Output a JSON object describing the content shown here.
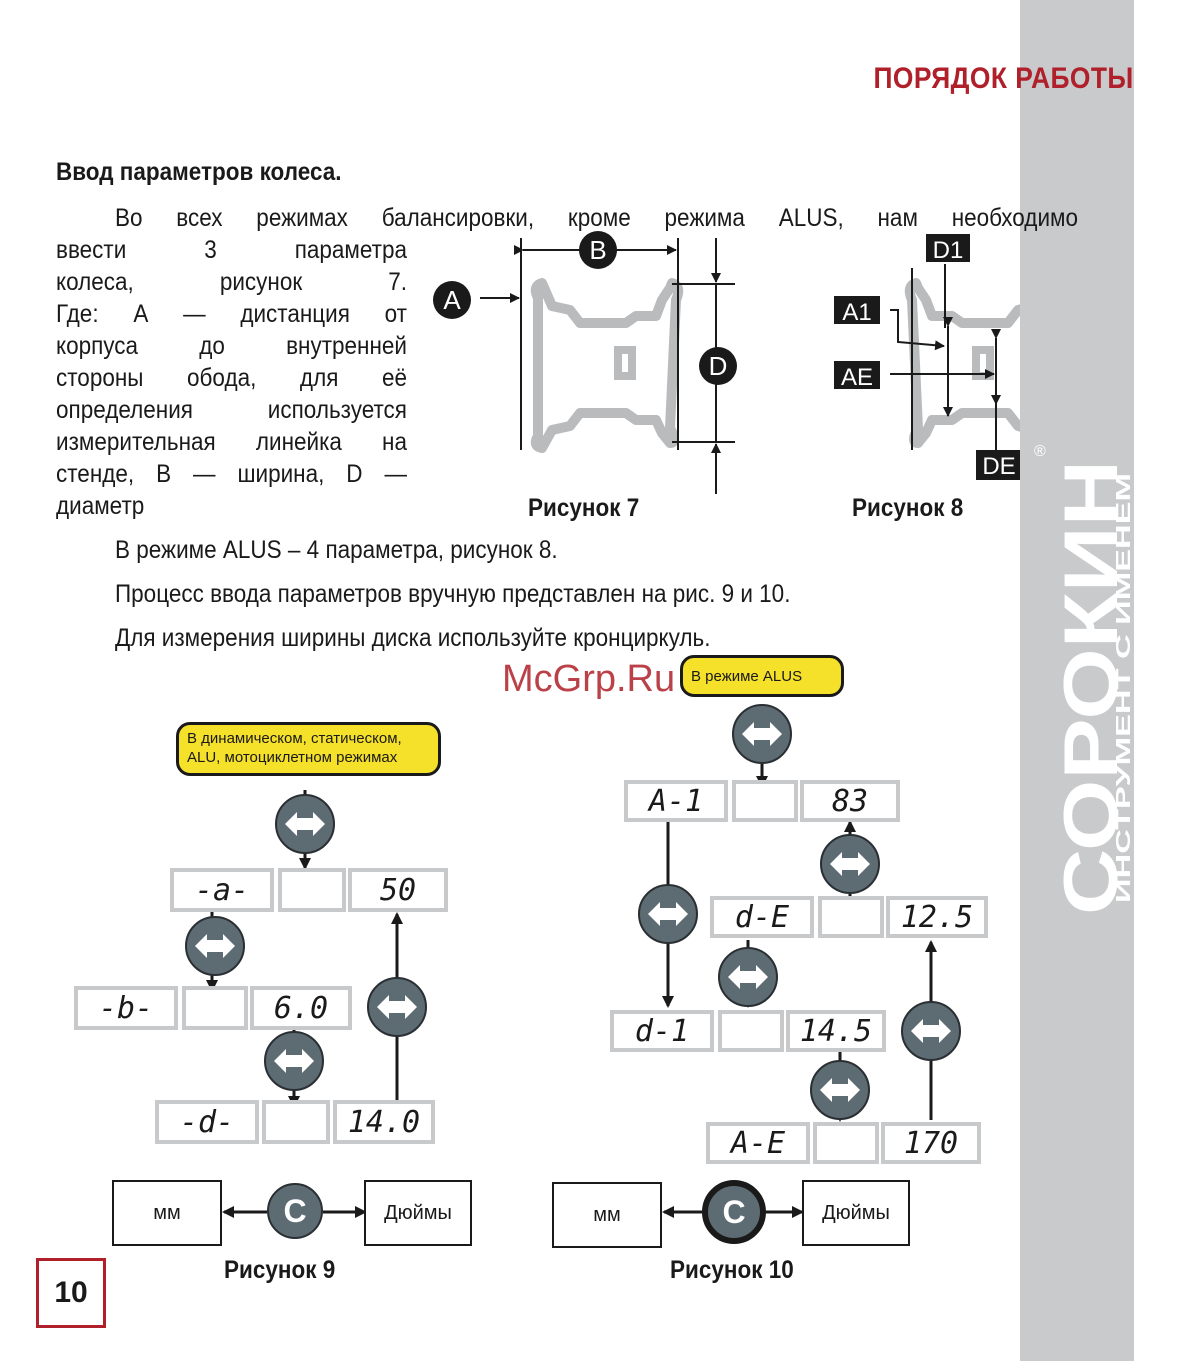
{
  "header": {
    "title": "ПОРЯДОК РАБОТЫ"
  },
  "brand": {
    "name": "СОРОКИН",
    "tagline": "ИНСТРУМЕНТ С ИМЕНЕМ",
    "registered": "®"
  },
  "section": {
    "heading": "Ввод параметров колеса."
  },
  "paragraphs": {
    "intro_first": "Во всех режимах балансировки, кроме режима ALUS, нам необходимо",
    "intro_lines": [
      "ввести 3 параметра",
      "колеса, рисунок 7.",
      "Где: А — дистанция от",
      "корпуса до внутренней",
      "стороны обода, для её",
      "определения используется",
      "измерительная линейка на",
      "стенде, В — ширина, D —",
      "диаметр"
    ],
    "alus": "В режиме ALUS – 4 параметра, рисунок 8.",
    "manual": "Процесс ввода параметров вручную представлен на рис. 9 и 10.",
    "caliper": "Для измерения ширины диска используйте кронциркуль."
  },
  "figure7": {
    "caption": "Рисунок 7",
    "labels": {
      "a": "A",
      "b": "B",
      "d": "D"
    }
  },
  "figure8": {
    "caption": "Рисунок 8",
    "labels": {
      "d1": "D1",
      "a1": "A1",
      "ae": "AE",
      "de": "DE"
    }
  },
  "figure9": {
    "caption": "Рисунок 9",
    "mode_label": "В динамическом, статическом, ALU, мотоциклетном режимах",
    "rows": [
      {
        "name": "-a-",
        "value": "50"
      },
      {
        "name": "-b-",
        "value": "6.0"
      },
      {
        "name": "-d-",
        "value": "14.0"
      }
    ],
    "unit_left": "мм",
    "unit_right": "Дюймы",
    "c_button": "C"
  },
  "figure10": {
    "caption": "Рисунок 10",
    "mode_label": "В режиме ALUS",
    "rows": [
      {
        "name": "A-1",
        "value": "83"
      },
      {
        "name": "d-E",
        "value": "12.5"
      },
      {
        "name": "d-1",
        "value": "14.5"
      },
      {
        "name": "A-E",
        "value": "170"
      }
    ],
    "unit_left": "мм",
    "unit_right": "Дюймы",
    "c_button": "C"
  },
  "watermark": "McGrp.Ru",
  "page_number": "10"
}
